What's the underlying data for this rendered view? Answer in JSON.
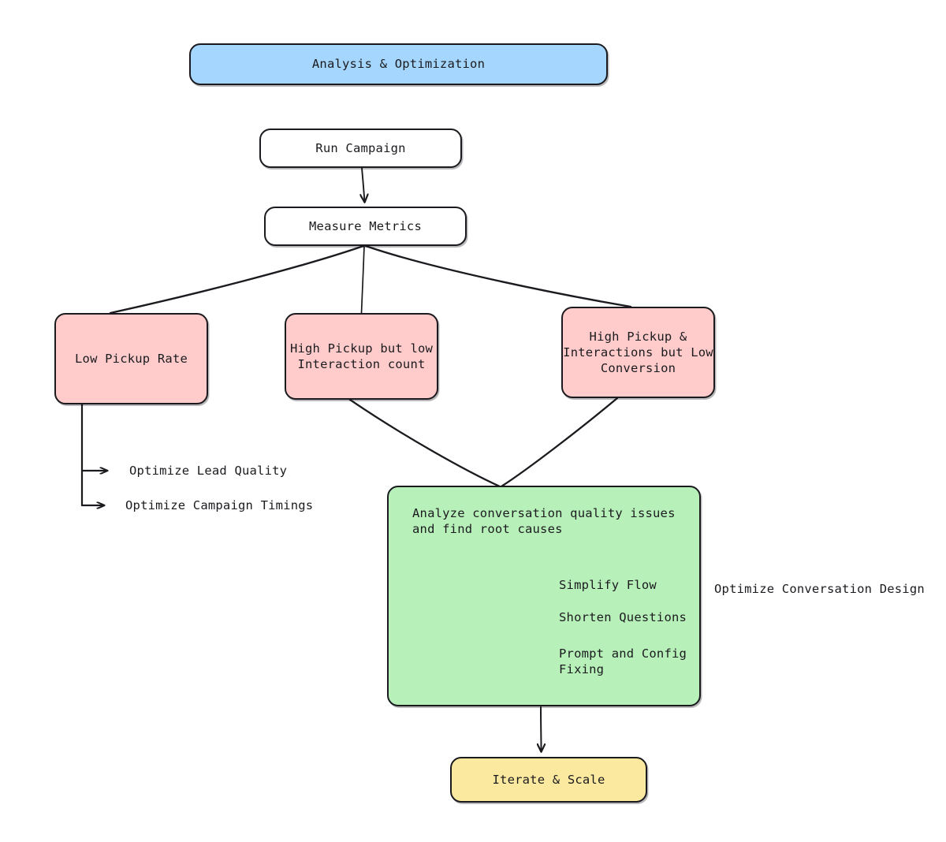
{
  "diagram": {
    "title": "Analysis & Optimization",
    "nodes": {
      "title_box": "Analysis & Optimization",
      "run_campaign": "Run Campaign",
      "measure_metrics": "Measure Metrics",
      "low_pickup_rate": "Low Pickup Rate",
      "high_pickup_low_interaction": "High Pickup but low\nInteraction count",
      "high_pickup_low_conversion": "High Pickup &\nInteractions but Low\nConversion",
      "analyze_quality": "Analyze conversation quality issues\nand find root causes",
      "iterate_scale": "Iterate & Scale"
    },
    "branch_labels": {
      "optimize_lead_quality": "Optimize Lead Quality",
      "optimize_campaign_timings": "Optimize Campaign Timings",
      "simplify_flow": "Simplify Flow",
      "shorten_questions": "Shorten Questions",
      "prompt_and_config_fixing": "Prompt and Config\nFixing",
      "optimize_conversation_design": "Optimize Conversation Design"
    },
    "colors": {
      "header_blue": "#a5d6fd",
      "problem_pink": "#ffcccb",
      "action_green": "#b7f0b9",
      "outcome_yellow": "#fce9a0",
      "plain_white": "#ffffff",
      "stroke": "#1b1b1f",
      "background": "#ffffff"
    },
    "flow": {
      "sequence": [
        "Run Campaign",
        "Measure Metrics",
        "Low Pickup Rate | High Pickup but low Interaction count | High Pickup & Interactions but Low Conversion",
        "Analyze conversation quality issues and find root causes",
        "Iterate & Scale"
      ]
    }
  }
}
